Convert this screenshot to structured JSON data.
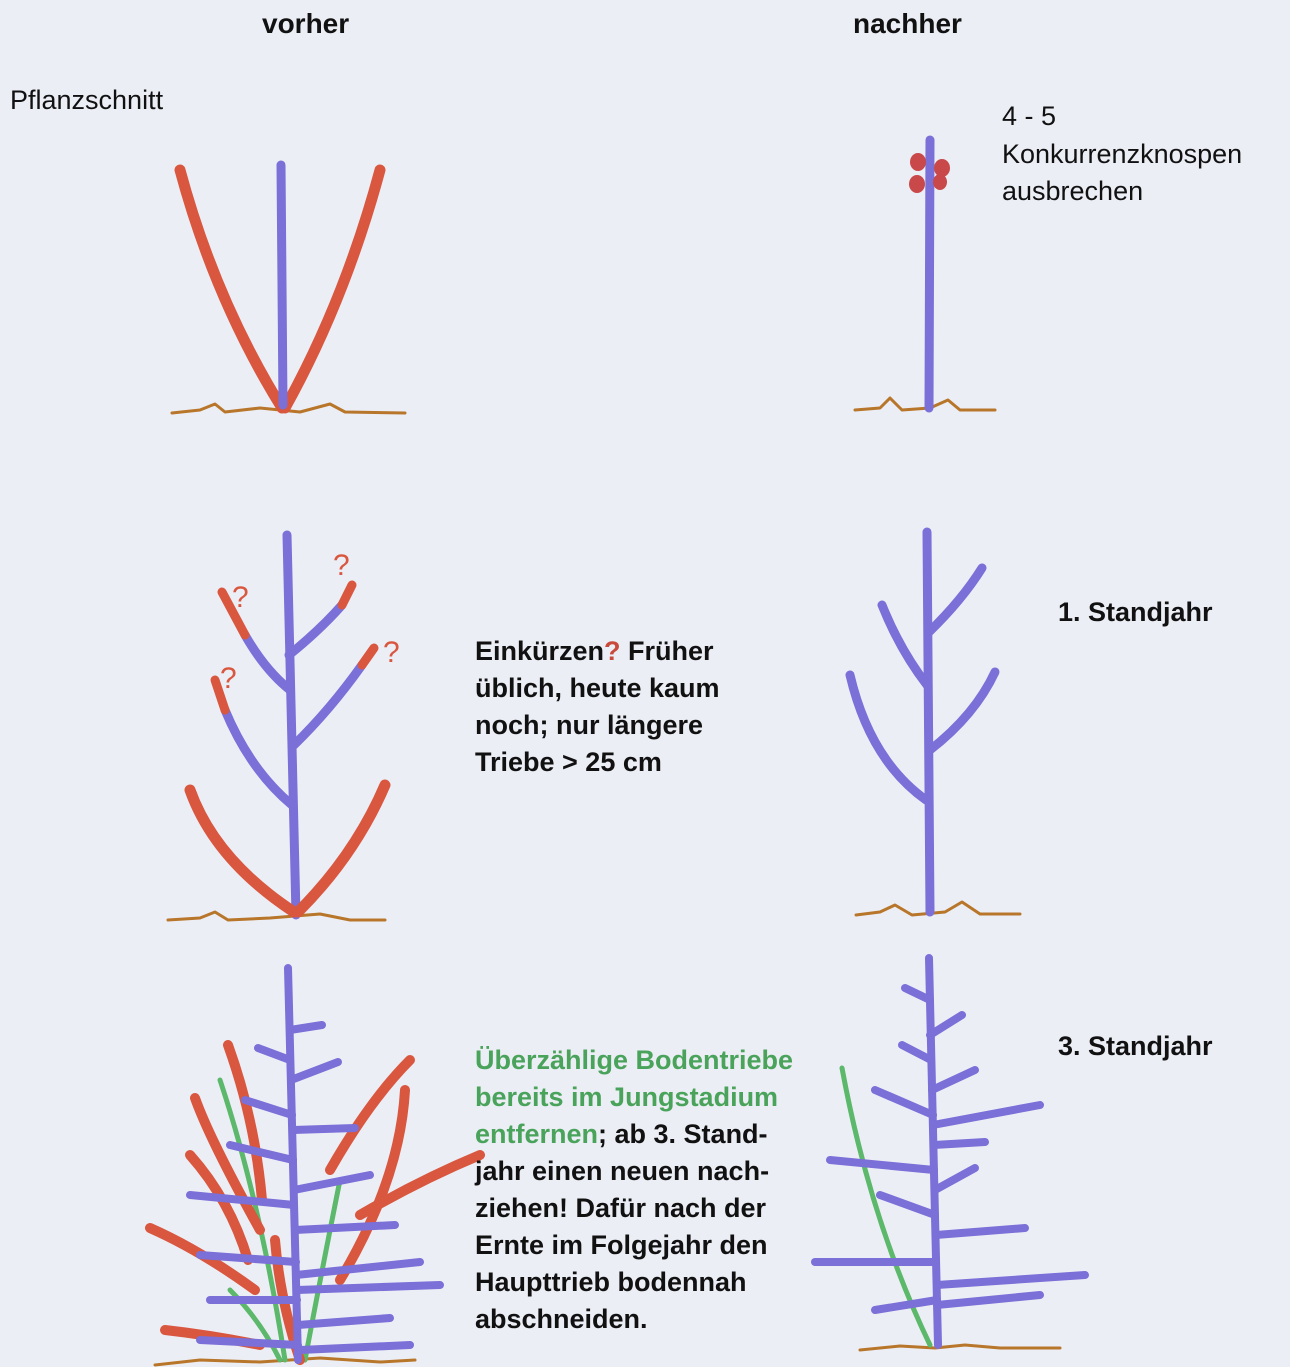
{
  "columns": {
    "before": "vorher",
    "after": "nachher"
  },
  "section_pflanzschnitt": {
    "title": "Pflanzschnitt",
    "note_line1": "4 - 5",
    "note_line2": "Konkurrenzknospen",
    "note_line3": "ausbrechen"
  },
  "section_year1": {
    "label": "1. Standjahr",
    "note_part1": "Einkürzen",
    "note_qmark": "?",
    "note_part2": " Früher",
    "note_line2": "üblich, heute kaum",
    "note_line3": "noch; nur längere",
    "note_line4": "Triebe > 25 cm"
  },
  "section_year3": {
    "label": "3. Standjahr",
    "green_line1": "Überzählige Bodentriebe",
    "green_line2": "bereits im Jungstadium",
    "green_line3": "entfernen",
    "text_line3": "; ab 3. Stand-",
    "text_line4": "jahr einen neuen nach-",
    "text_line5": "ziehen! Dafür nach der",
    "text_line6": "Ernte im Folgejahr den",
    "text_line7": "Haupttrieb bodennah",
    "text_line8": "abschneiden."
  },
  "colors": {
    "keep_shoot": "#7b6fd8",
    "cut_shoot": "#d9573f",
    "ground_shoot": "#5cb86a",
    "ground": "#b8762a"
  },
  "sketch_marks": {
    "question_mark": "?"
  }
}
